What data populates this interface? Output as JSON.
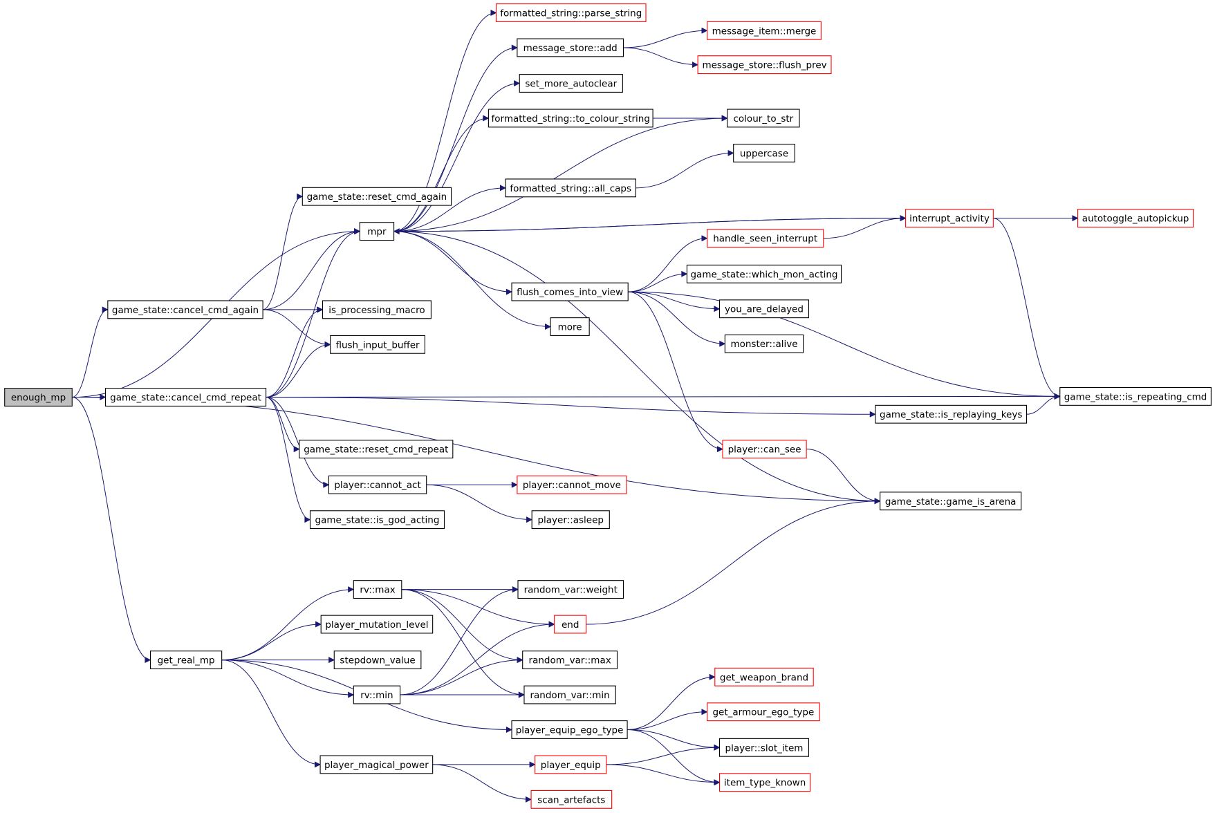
{
  "colors": {
    "edge": "#191970",
    "root_fill": "#bfbfbf",
    "node_border": "#000000",
    "link_border": "#ff0000",
    "node_fill": "#ffffff"
  },
  "nodes": [
    {
      "id": "enough_mp",
      "label": "enough_mp",
      "style": "root"
    },
    {
      "id": "mpr",
      "label": "mpr",
      "style": "black"
    },
    {
      "id": "cancel_cmd_again",
      "label": "game_state::cancel_cmd_again",
      "style": "black"
    },
    {
      "id": "cancel_cmd_repeat",
      "label": "game_state::cancel_cmd_repeat",
      "style": "black"
    },
    {
      "id": "get_real_mp",
      "label": "get_real_mp",
      "style": "black"
    },
    {
      "id": "reset_cmd_again",
      "label": "game_state::reset_cmd_again",
      "style": "black"
    },
    {
      "id": "is_processing_macro",
      "label": "is_processing_macro",
      "style": "black"
    },
    {
      "id": "flush_input_buffer",
      "label": "flush_input_buffer",
      "style": "black"
    },
    {
      "id": "reset_cmd_repeat",
      "label": "game_state::reset_cmd_repeat",
      "style": "black"
    },
    {
      "id": "cannot_act",
      "label": "player::cannot_act",
      "style": "black"
    },
    {
      "id": "is_god_acting",
      "label": "game_state::is_god_acting",
      "style": "black"
    },
    {
      "id": "parse_string",
      "label": "formatted_string::parse_string",
      "style": "red"
    },
    {
      "id": "ms_add",
      "label": "message_store::add",
      "style": "black"
    },
    {
      "id": "set_more_autoclear",
      "label": "set_more_autoclear",
      "style": "black"
    },
    {
      "id": "to_colour_string",
      "label": "formatted_string::to_colour_string",
      "style": "black"
    },
    {
      "id": "all_caps",
      "label": "formatted_string::all_caps",
      "style": "black"
    },
    {
      "id": "flush_comes_into_view",
      "label": "flush_comes_into_view",
      "style": "black"
    },
    {
      "id": "more",
      "label": "more",
      "style": "black"
    },
    {
      "id": "mi_merge",
      "label": "message_item::merge",
      "style": "red"
    },
    {
      "id": "ms_flush_prev",
      "label": "message_store::flush_prev",
      "style": "red"
    },
    {
      "id": "colour_to_str",
      "label": "colour_to_str",
      "style": "black"
    },
    {
      "id": "uppercase",
      "label": "uppercase",
      "style": "black"
    },
    {
      "id": "interrupt_activity",
      "label": "interrupt_activity",
      "style": "red"
    },
    {
      "id": "handle_seen_interrupt",
      "label": "handle_seen_interrupt",
      "style": "red"
    },
    {
      "id": "which_mon_acting",
      "label": "game_state::which_mon_acting",
      "style": "black"
    },
    {
      "id": "you_are_delayed",
      "label": "you_are_delayed",
      "style": "black"
    },
    {
      "id": "monster_alive",
      "label": "monster::alive",
      "style": "black"
    },
    {
      "id": "autotoggle_autopickup",
      "label": "autotoggle_autopickup",
      "style": "red"
    },
    {
      "id": "is_repeating_cmd",
      "label": "game_state::is_repeating_cmd",
      "style": "black"
    },
    {
      "id": "is_replaying_keys",
      "label": "game_state::is_replaying_keys",
      "style": "black"
    },
    {
      "id": "can_see",
      "label": "player::can_see",
      "style": "red"
    },
    {
      "id": "game_is_arena",
      "label": "game_state::game_is_arena",
      "style": "black"
    },
    {
      "id": "cannot_move",
      "label": "player::cannot_move",
      "style": "red"
    },
    {
      "id": "asleep",
      "label": "player::asleep",
      "style": "black"
    },
    {
      "id": "rv_max",
      "label": "rv::max",
      "style": "black"
    },
    {
      "id": "player_mutation_level",
      "label": "player_mutation_level",
      "style": "black"
    },
    {
      "id": "stepdown_value",
      "label": "stepdown_value",
      "style": "black"
    },
    {
      "id": "rv_min",
      "label": "rv::min",
      "style": "black"
    },
    {
      "id": "player_equip_ego_type",
      "label": "player_equip_ego_type",
      "style": "black"
    },
    {
      "id": "player_magical_power",
      "label": "player_magical_power",
      "style": "black"
    },
    {
      "id": "rnd_weight",
      "label": "random_var::weight",
      "style": "black"
    },
    {
      "id": "end",
      "label": "end",
      "style": "red"
    },
    {
      "id": "rnd_max",
      "label": "random_var::max",
      "style": "black"
    },
    {
      "id": "rnd_min",
      "label": "random_var::min",
      "style": "black"
    },
    {
      "id": "get_weapon_brand",
      "label": "get_weapon_brand",
      "style": "red"
    },
    {
      "id": "get_armour_ego_type",
      "label": "get_armour_ego_type",
      "style": "red"
    },
    {
      "id": "slot_item",
      "label": "player::slot_item",
      "style": "black"
    },
    {
      "id": "item_type_known",
      "label": "item_type_known",
      "style": "red"
    },
    {
      "id": "player_equip",
      "label": "player_equip",
      "style": "red"
    },
    {
      "id": "scan_artefacts",
      "label": "scan_artefacts",
      "style": "red"
    }
  ],
  "edges": [
    [
      "enough_mp",
      "mpr"
    ],
    [
      "enough_mp",
      "cancel_cmd_again"
    ],
    [
      "enough_mp",
      "cancel_cmd_repeat"
    ],
    [
      "enough_mp",
      "game_is_arena"
    ],
    [
      "enough_mp",
      "get_real_mp"
    ],
    [
      "cancel_cmd_again",
      "reset_cmd_again"
    ],
    [
      "cancel_cmd_again",
      "mpr"
    ],
    [
      "cancel_cmd_again",
      "is_processing_macro"
    ],
    [
      "cancel_cmd_again",
      "flush_input_buffer"
    ],
    [
      "cancel_cmd_repeat",
      "mpr"
    ],
    [
      "cancel_cmd_repeat",
      "is_processing_macro"
    ],
    [
      "cancel_cmd_repeat",
      "flush_input_buffer"
    ],
    [
      "cancel_cmd_repeat",
      "is_replaying_keys"
    ],
    [
      "cancel_cmd_repeat",
      "reset_cmd_repeat"
    ],
    [
      "cancel_cmd_repeat",
      "cannot_act"
    ],
    [
      "cancel_cmd_repeat",
      "is_god_acting"
    ],
    [
      "cancel_cmd_repeat",
      "is_repeating_cmd"
    ],
    [
      "mpr",
      "parse_string"
    ],
    [
      "mpr",
      "ms_add"
    ],
    [
      "mpr",
      "set_more_autoclear"
    ],
    [
      "mpr",
      "to_colour_string"
    ],
    [
      "mpr",
      "colour_to_str"
    ],
    [
      "mpr",
      "all_caps"
    ],
    [
      "mpr",
      "interrupt_activity"
    ],
    [
      "mpr",
      "flush_comes_into_view"
    ],
    [
      "mpr",
      "more"
    ],
    [
      "mpr",
      "game_is_arena"
    ],
    [
      "interrupt_activity",
      "mpr"
    ],
    [
      "ms_add",
      "mi_merge"
    ],
    [
      "ms_add",
      "ms_flush_prev"
    ],
    [
      "to_colour_string",
      "colour_to_str"
    ],
    [
      "all_caps",
      "uppercase"
    ],
    [
      "interrupt_activity",
      "autotoggle_autopickup"
    ],
    [
      "interrupt_activity",
      "is_repeating_cmd"
    ],
    [
      "handle_seen_interrupt",
      "interrupt_activity"
    ],
    [
      "flush_comes_into_view",
      "handle_seen_interrupt"
    ],
    [
      "flush_comes_into_view",
      "which_mon_acting"
    ],
    [
      "flush_comes_into_view",
      "you_are_delayed"
    ],
    [
      "flush_comes_into_view",
      "monster_alive"
    ],
    [
      "flush_comes_into_view",
      "is_repeating_cmd"
    ],
    [
      "flush_comes_into_view",
      "can_see"
    ],
    [
      "is_replaying_keys",
      "is_repeating_cmd"
    ],
    [
      "can_see",
      "game_is_arena"
    ],
    [
      "cannot_act",
      "cannot_move"
    ],
    [
      "cannot_act",
      "asleep"
    ],
    [
      "get_real_mp",
      "rv_max"
    ],
    [
      "get_real_mp",
      "player_mutation_level"
    ],
    [
      "get_real_mp",
      "stepdown_value"
    ],
    [
      "get_real_mp",
      "rv_min"
    ],
    [
      "get_real_mp",
      "player_equip_ego_type"
    ],
    [
      "get_real_mp",
      "player_magical_power"
    ],
    [
      "rv_max",
      "rnd_weight"
    ],
    [
      "rv_max",
      "end"
    ],
    [
      "rv_max",
      "rnd_max"
    ],
    [
      "rv_max",
      "rnd_min"
    ],
    [
      "rv_min",
      "rnd_weight"
    ],
    [
      "rv_min",
      "end"
    ],
    [
      "rv_min",
      "rnd_max"
    ],
    [
      "rv_min",
      "rnd_min"
    ],
    [
      "end",
      "game_is_arena"
    ],
    [
      "player_equip_ego_type",
      "get_weapon_brand"
    ],
    [
      "player_equip_ego_type",
      "get_armour_ego_type"
    ],
    [
      "player_equip_ego_type",
      "slot_item"
    ],
    [
      "player_equip_ego_type",
      "item_type_known"
    ],
    [
      "player_magical_power",
      "player_equip"
    ],
    [
      "player_magical_power",
      "scan_artefacts"
    ],
    [
      "player_equip",
      "slot_item"
    ],
    [
      "player_equip",
      "item_type_known"
    ]
  ]
}
